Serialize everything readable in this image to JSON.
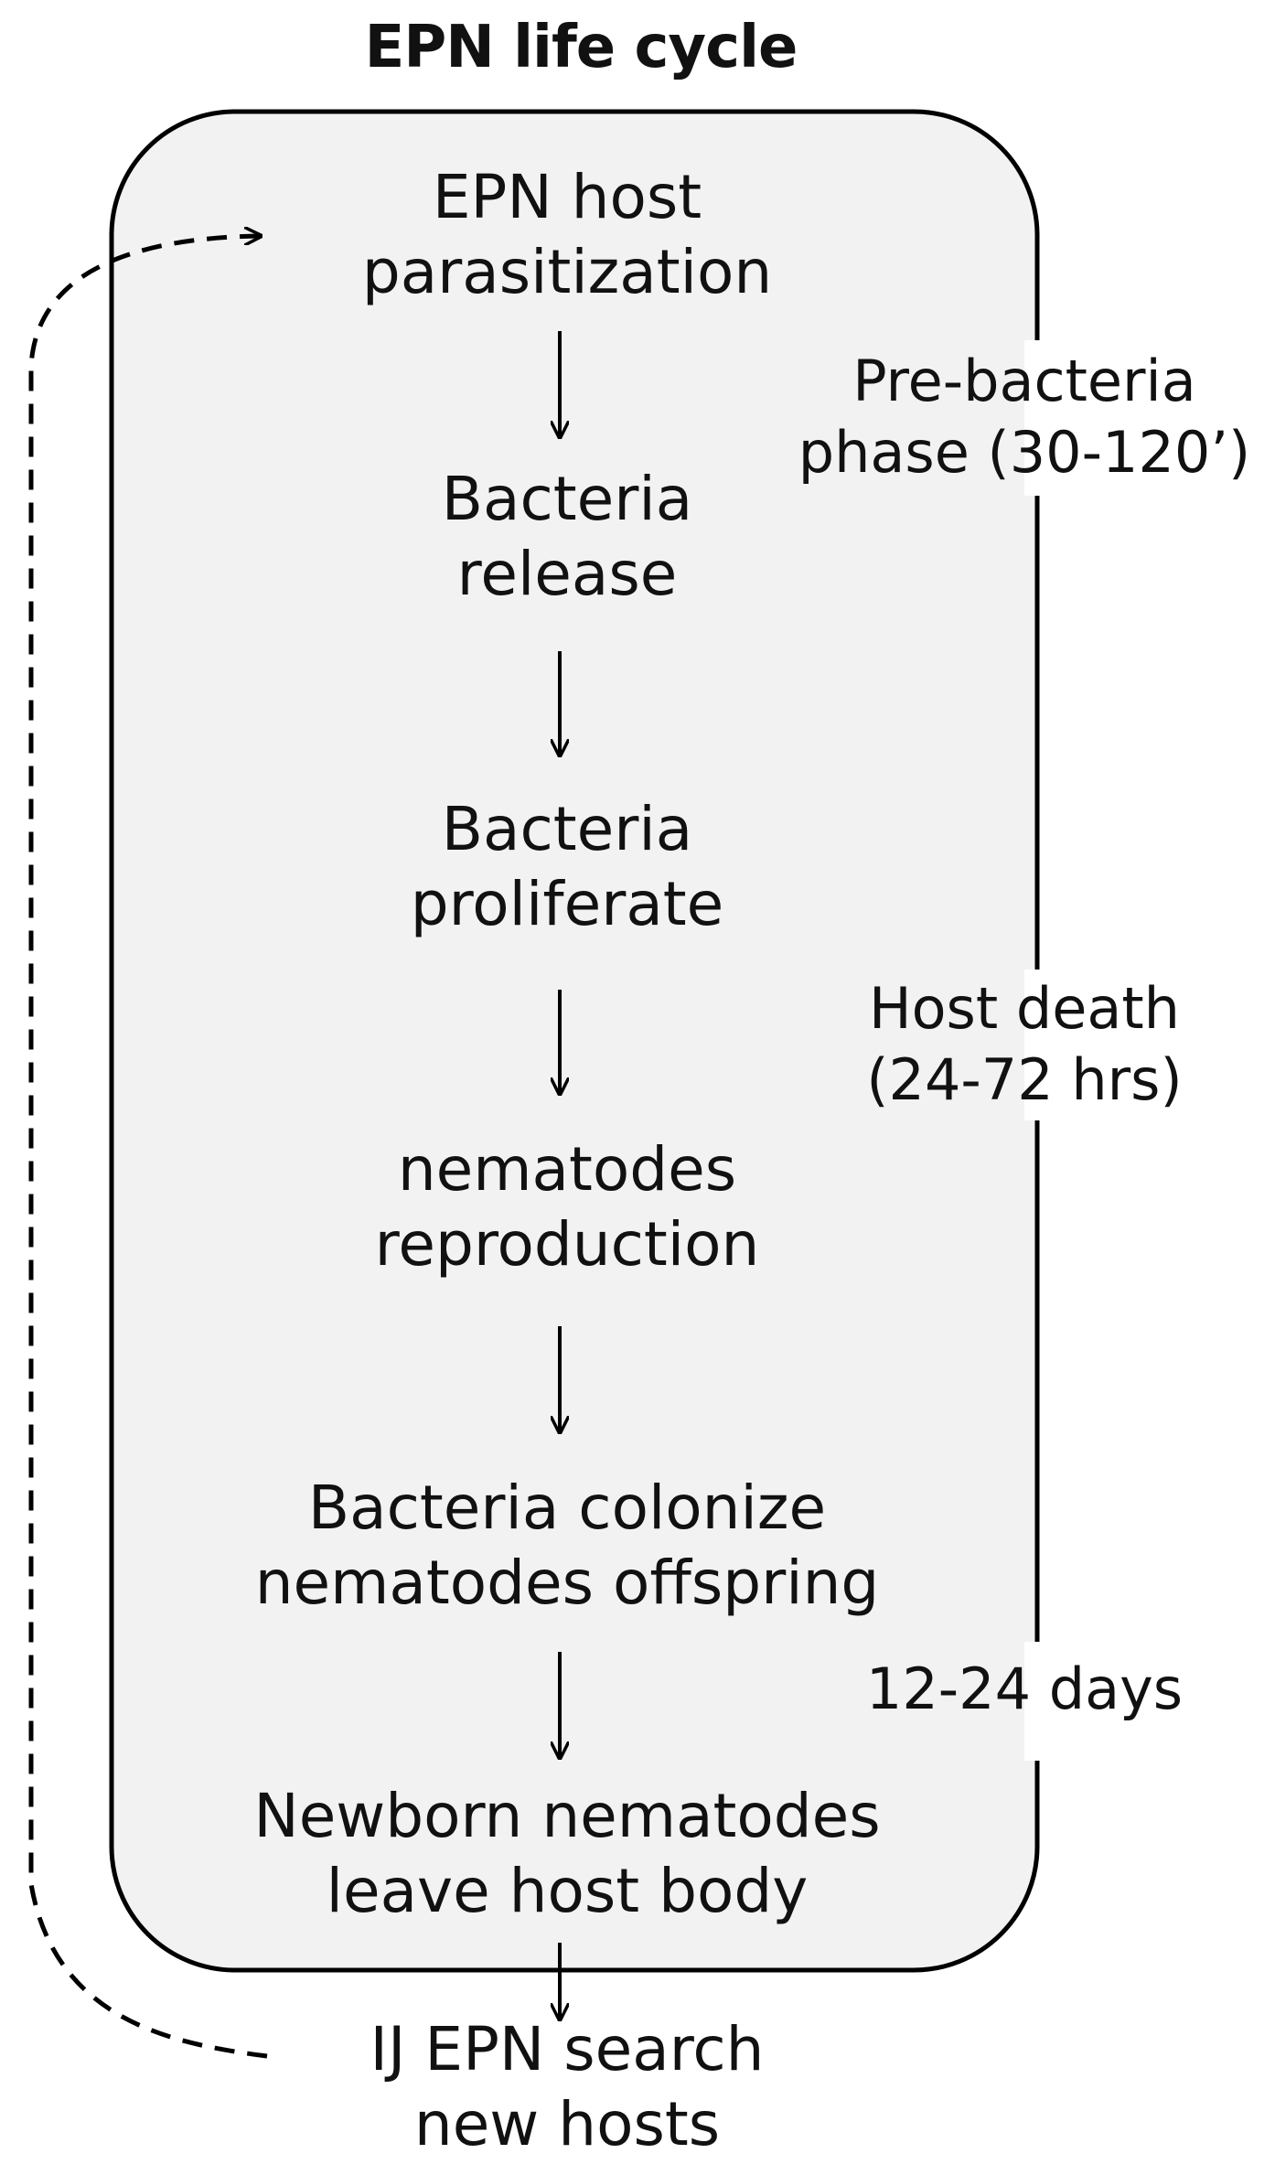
{
  "title": "EPN life cycle",
  "steps": [
    {
      "line1": "EPN host",
      "line2": "parasitization"
    },
    {
      "line1": "Bacteria",
      "line2": "release"
    },
    {
      "line1": "Bacteria",
      "line2": "proliferate"
    },
    {
      "line1": "nematodes",
      "line2": "reproduction"
    },
    {
      "line1": "Bacteria colonize",
      "line2": "nematodes offspring"
    },
    {
      "line1": "Newborn nematodes",
      "line2": "leave host body"
    },
    {
      "line1": "IJ EPN search",
      "line2": "new hosts"
    }
  ],
  "phases": [
    {
      "line1": "Pre-bacteria",
      "line2": "phase  (30-120’)"
    },
    {
      "line1": "Host death",
      "line2": "(24-72 hrs)"
    },
    {
      "line1": "12-24 days"
    }
  ],
  "colors": {
    "box_fill": "#f2f2f2",
    "stroke": "#000000",
    "text": "#111111"
  }
}
